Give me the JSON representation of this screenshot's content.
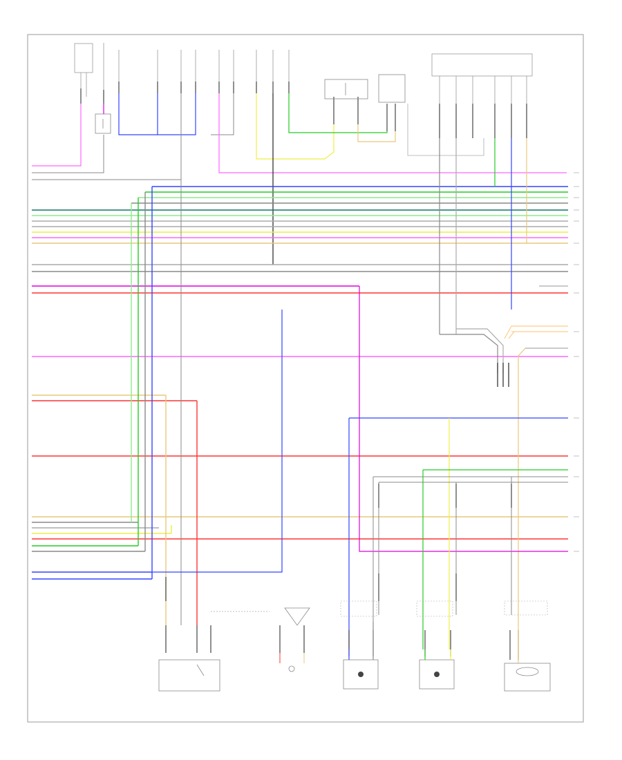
{
  "diagram": {
    "footer_code": "",
    "colors": {
      "pink": "#ff66ff",
      "magenta": "#dd00dd",
      "blue": "#3344ff",
      "light_blue": "#6677ff",
      "green": "#22cc22",
      "light_green": "#88ee88",
      "teal": "#117766",
      "red": "#ff3333",
      "yellow": "#eeee44",
      "tan": "#e8c87a",
      "orange": "#ffcc88",
      "gray": "#888888",
      "black": "#222222",
      "frame": "#999999"
    },
    "components": [
      {
        "id": "top-relay-box"
      },
      {
        "id": "top-fuse-block"
      },
      {
        "id": "top-module-left"
      },
      {
        "id": "top-module-right"
      },
      {
        "id": "right-connector-block"
      },
      {
        "id": "transmission-connector"
      },
      {
        "id": "bottom-switch-left"
      },
      {
        "id": "bottom-sensor-mid"
      },
      {
        "id": "bottom-solenoid-1"
      },
      {
        "id": "bottom-solenoid-2"
      },
      {
        "id": "bottom-sensor-right"
      }
    ]
  }
}
